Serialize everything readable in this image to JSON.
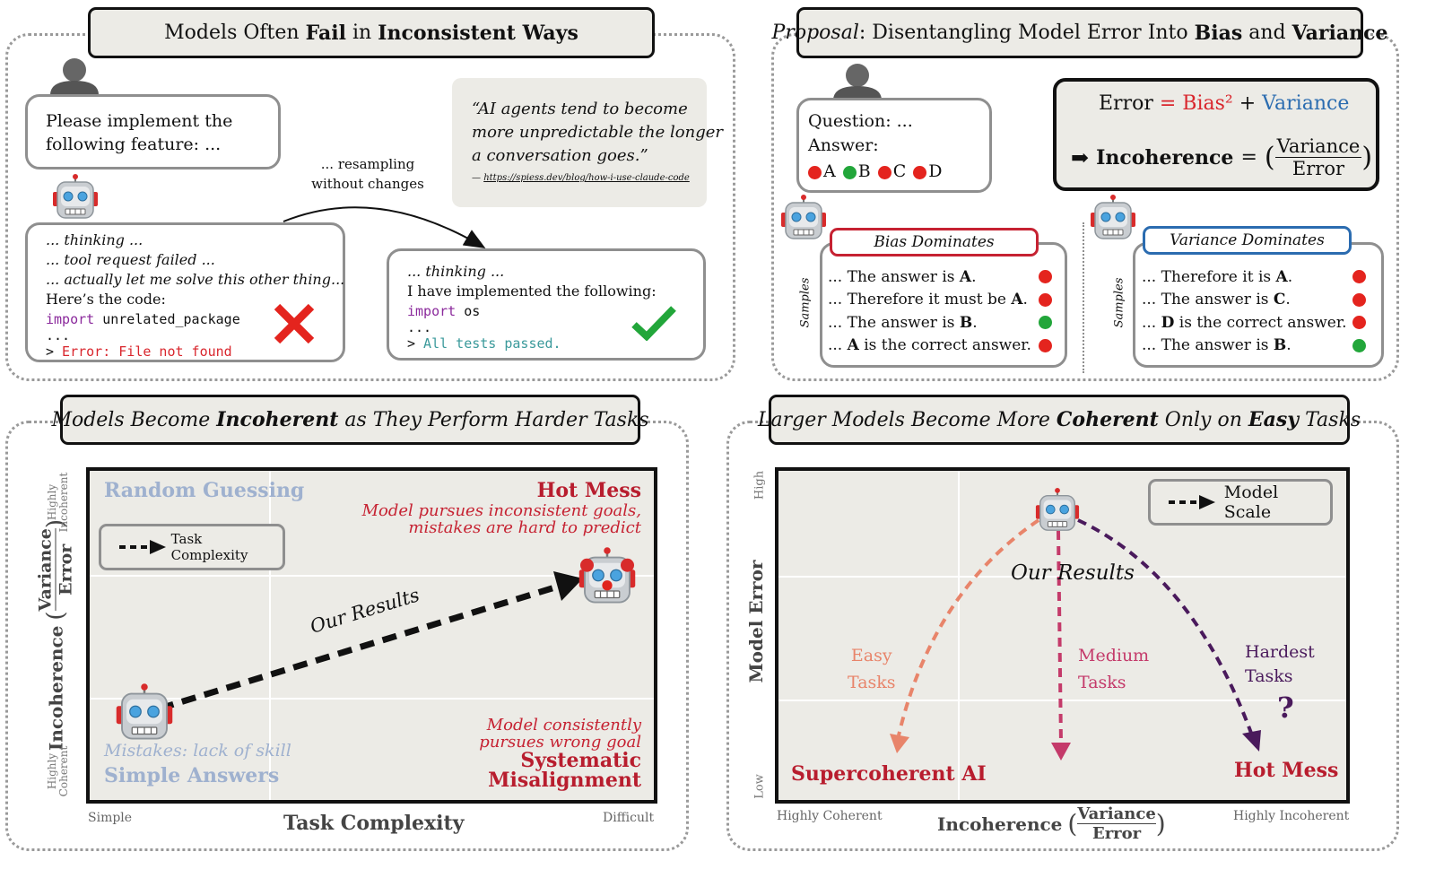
{
  "panel1": {
    "title_parts": [
      {
        "t": "Models Often ",
        "b": false
      },
      {
        "t": "Fail",
        "b": true
      },
      {
        "t": " in ",
        "b": false
      },
      {
        "t": "Inconsistent Ways",
        "b": true
      }
    ],
    "user_prompt": [
      "Please implement the",
      "following feature: ..."
    ],
    "resample_label": [
      "... resampling",
      "without changes"
    ],
    "quote": [
      "“AI agents tend to become",
      "more unpredictable the longer",
      "a conversation goes.”"
    ],
    "quote_source": "https://spiess.dev/blog/how-i-use-claude-code",
    "quote_dash": "—",
    "left_lines": [
      "... thinking ...",
      "... tool request failed ...",
      "... actually let me solve this other thing..."
    ],
    "left_code_intro": "Here’s the code:",
    "left_import_kw": "import",
    "left_import_mod": " unrelated_package",
    "left_ellipsis": "...",
    "left_error_prompt": ">",
    "left_error": " Error: File not found",
    "right_thinking": "... thinking ...",
    "right_line": "I have implemented the following:",
    "right_import_kw": "import",
    "right_import_mod": " os",
    "right_ellipsis": "...",
    "right_prompt": ">",
    "right_ok": " All tests passed."
  },
  "panel2": {
    "title_parts": [
      {
        "t": "Proposal",
        "b": false,
        "i": true
      },
      {
        "t": ": Disentangling Model Error Into ",
        "b": false
      },
      {
        "t": "Bias",
        "b": true
      },
      {
        "t": " and ",
        "b": false
      },
      {
        "t": "Variance",
        "b": true
      }
    ],
    "question": "Question: ...",
    "answer": "Answer:",
    "options": [
      {
        "label": "A",
        "color": "#e4241e"
      },
      {
        "label": "B",
        "color": "#22a63a"
      },
      {
        "label": "C",
        "color": "#e4241e"
      },
      {
        "label": "D",
        "color": "#e4241e"
      }
    ],
    "eq_error": "Error",
    "eq_equals": "=",
    "eq_bias": "Bias²",
    "eq_plus": "+",
    "eq_variance": "Variance",
    "eq_arrow": "➡",
    "eq_incoherence": "Incoherence",
    "eq_frac_num": "Variance",
    "eq_frac_den": "Error",
    "bias_title": "Bias Dominates",
    "variance_title": "Variance Dominates",
    "samples_label": "Samples",
    "bias_samples": [
      {
        "pre": "... The answer is ",
        "b": "A",
        "post": ".",
        "color": "#e4241e"
      },
      {
        "pre": "... Therefore it must be ",
        "b": "A",
        "post": ".",
        "color": "#e4241e"
      },
      {
        "pre": "... The answer is ",
        "b": "B",
        "post": ".",
        "color": "#22a63a"
      },
      {
        "pre": "... ",
        "b": "A",
        "post": " is the correct answer.",
        "color": "#e4241e"
      }
    ],
    "variance_samples": [
      {
        "pre": "... Therefore it is ",
        "b": "A",
        "post": ".",
        "color": "#e4241e"
      },
      {
        "pre": "... The answer is ",
        "b": "C",
        "post": ".",
        "color": "#e4241e"
      },
      {
        "pre": "... ",
        "b": "D",
        "post": " is the correct answer.",
        "color": "#e4241e"
      },
      {
        "pre": "... The answer is ",
        "b": "B",
        "post": ".",
        "color": "#22a63a"
      }
    ]
  },
  "panel3": {
    "title_parts": [
      {
        "t": "Models Become ",
        "b": false
      },
      {
        "t": "Incoherent",
        "b": true
      },
      {
        "t": " as They Perform Harder Tasks",
        "b": false
      }
    ],
    "random_guessing": "Random Guessing",
    "hot_mess": "Hot Mess",
    "hot_mess_desc": [
      "Model pursues inconsistent goals,",
      "mistakes are hard to predict"
    ],
    "legend_label": "Task Complexity",
    "our_results": "Our Results",
    "mistakes": "Mistakes: lack of skill",
    "simple_answers": "Simple Answers",
    "misalign_desc": [
      "Model consistently",
      "pursues wrong goal"
    ],
    "misalign_title": [
      "Systematic",
      "Misalignment"
    ],
    "x_label": "Task Complexity",
    "x_min": "Simple",
    "x_max": "Difficult",
    "y_label": "Incoherence",
    "y_frac_num": "Variance",
    "y_frac_den": "Error",
    "y_top": [
      "Highly",
      "Incoherent"
    ],
    "y_bottom": [
      "Highly",
      "Coherent"
    ]
  },
  "panel4": {
    "title_parts": [
      {
        "t": "Larger Models Become More ",
        "b": false
      },
      {
        "t": "Coherent",
        "b": true
      },
      {
        "t": " Only on ",
        "b": false
      },
      {
        "t": "Easy",
        "b": true
      },
      {
        "t": " Tasks",
        "b": false
      }
    ],
    "legend_label": "Model Scale",
    "our_results": "Our Results",
    "easy": [
      "Easy",
      "Tasks"
    ],
    "medium": [
      "Medium",
      "Tasks"
    ],
    "hardest": [
      "Hardest",
      "Tasks"
    ],
    "question_mark": "?",
    "supercoherent": "Supercoherent AI",
    "hot_mess": "Hot Mess",
    "y_label": "Model Error",
    "y_high": "High",
    "y_low": "Low",
    "x_label": "Incoherence",
    "x_frac_num": "Variance",
    "x_frac_den": "Error",
    "x_min": "Highly Coherent",
    "x_max": "Highly Incoherent"
  },
  "colors": {
    "red": "#e4241e",
    "green": "#22a63a",
    "bias": "#d9262d",
    "variance": "#2b6cb0",
    "easy": "#e8846a",
    "medium": "#c43a6a",
    "hardest": "#4a1a5c",
    "dark_red": "#b81d2e",
    "pale_blue": "#9fb1cf"
  }
}
